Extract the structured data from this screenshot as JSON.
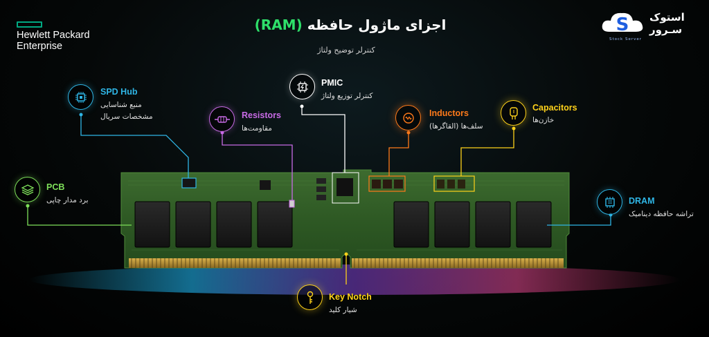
{
  "brand": {
    "line1": "Hewlett Packard",
    "line2": "Enterprise"
  },
  "header": {
    "title": "اجزای ماژول حافظه",
    "title_accent": "(RAM)",
    "subtitle": "کنترلر توضیح ولتاژ"
  },
  "logo": {
    "line1": "استوک",
    "line2": "سـرور",
    "small": "Stock Server",
    "letter": "S"
  },
  "components": {
    "spd": {
      "name": "SPD Hub",
      "desc1": "منبع شناسایی",
      "desc2": "مشخصات سریال",
      "icon": "chip-icon",
      "color": "#2fb6e6"
    },
    "resistors": {
      "name": "Resistors",
      "desc": "مقاومت‌ها",
      "icon": "resistor-icon",
      "color": "#c86be6"
    },
    "pmic": {
      "name": "PMIC",
      "desc": "کنترلر توزیع ولتاژ",
      "icon": "power-chip-icon",
      "color": "#ffffff"
    },
    "inductors": {
      "name": "Inductors",
      "desc": "سلف‌ها (القاگرها)",
      "icon": "coil-icon",
      "color": "#ff7a1a"
    },
    "capacitors": {
      "name": "Capacitors",
      "desc": "خازن‌ها",
      "icon": "capacitor-icon",
      "color": "#ffd21a"
    },
    "pcb": {
      "name": "PCB",
      "desc": "برد مدار چاپی",
      "icon": "layers-icon",
      "color": "#7ee05a"
    },
    "dram": {
      "name": "DRAM",
      "desc": "تراشه حافظه دینامیک",
      "icon": "memory-chip-icon",
      "color": "#2fb6e6"
    },
    "notch": {
      "name": "Key Notch",
      "desc": "شیار کلید",
      "icon": "key-icon",
      "color": "#ffd21a"
    }
  }
}
